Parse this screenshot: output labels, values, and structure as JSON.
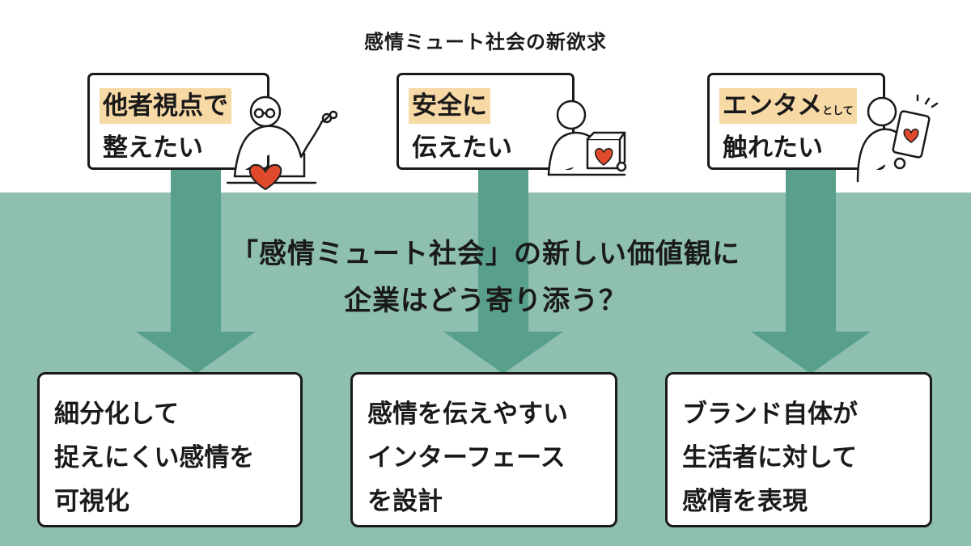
{
  "title": "感情ミュート社会の新欲求",
  "colors": {
    "band": "#8fbfb1",
    "arrow": "#58a08c",
    "highlight": "#f7d9a6",
    "heart": "#e04a2c"
  },
  "needs": [
    {
      "line1": "他者視点で",
      "line1_small": "",
      "line2": "整えたい",
      "icon": "person-with-glasses-heart-icon"
    },
    {
      "line1": "安全に",
      "line1_small": "",
      "line2": "伝えたい",
      "icon": "person-with-heart-box-icon"
    },
    {
      "line1": "エンタメ",
      "line1_small": "として",
      "line2": "触れたい",
      "icon": "person-with-tablet-heart-icon"
    }
  ],
  "center": {
    "line1": "「感情ミュート社会」の新しい価値観に",
    "line2": "企業はどう寄り添う？"
  },
  "solutions": [
    {
      "lines": [
        "細分化して",
        "捉えにくい感情を",
        "可視化"
      ]
    },
    {
      "lines": [
        "感情を伝えやすい",
        "インターフェース",
        "を設計"
      ]
    },
    {
      "lines": [
        "ブランド自体が",
        "生活者に対して",
        "感情を表現"
      ]
    }
  ]
}
